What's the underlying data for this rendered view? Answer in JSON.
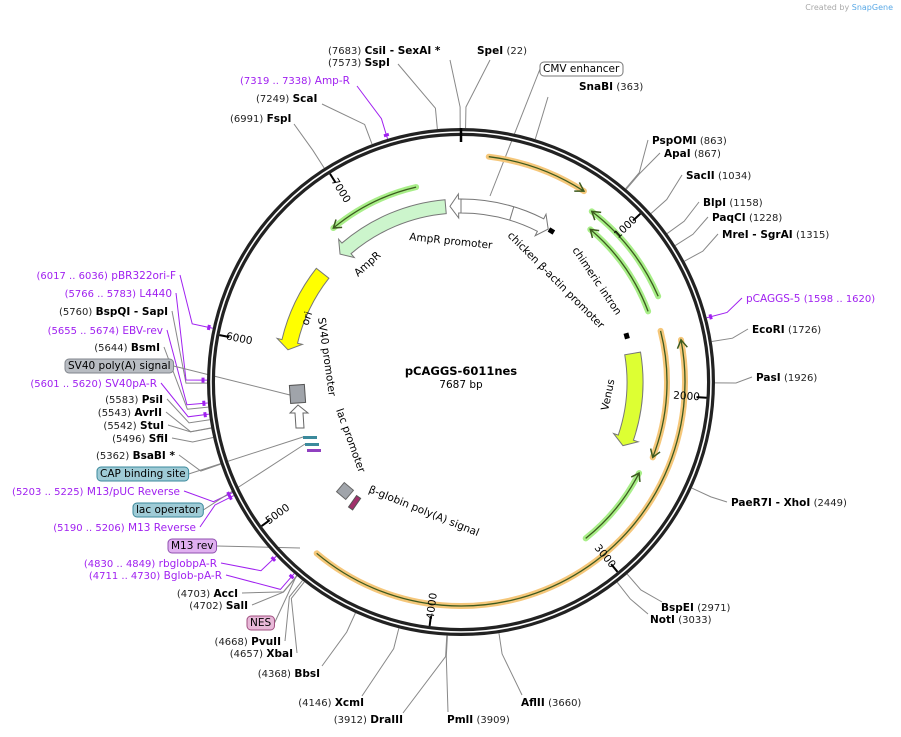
{
  "credit": {
    "prefix": "Created by",
    "brand": "SnapGene"
  },
  "plasmid": {
    "name": "pCAGGS-6011nes",
    "length_label": "7687 bp",
    "length": 7687
  },
  "ticks": [
    "1000",
    "2000",
    "3000",
    "4000",
    "5000",
    "6000",
    "7000"
  ],
  "sites": [
    {
      "pos": "(7683)",
      "name": "CsiI",
      "extra": "  - SexAI *",
      "bp": 7683
    },
    {
      "pos": "(7573)",
      "name": "SspI",
      "bp": 7573
    },
    {
      "pos": "(22)",
      "name": "SpeI",
      "bp": 22
    },
    {
      "pos": "(363)",
      "name": "SnaBI",
      "bp": 363
    },
    {
      "pos": "(7319 .. 7338)",
      "name": "Amp-R",
      "bp": 7328,
      "primer": true
    },
    {
      "pos": "(7249)",
      "name": "ScaI",
      "bp": 7249
    },
    {
      "pos": "(6991)",
      "name": "FspI",
      "bp": 6991
    },
    {
      "pos": "(863)",
      "name": "PspOMI",
      "bp": 863
    },
    {
      "pos": "(867)",
      "name": "ApaI",
      "bp": 867
    },
    {
      "pos": "(1034)",
      "name": "SacII",
      "bp": 1034
    },
    {
      "pos": "(1158)",
      "name": "BlpI",
      "bp": 1158
    },
    {
      "pos": "(1228)",
      "name": "PaqCI",
      "bp": 1228
    },
    {
      "pos": "(1315)",
      "name": "MreI",
      "extra": "  - SgrAI",
      "bp": 1315
    },
    {
      "pos": "(1598 .. 1620)",
      "name": "pCAGGS-5",
      "bp": 1609,
      "primer": true
    },
    {
      "pos": "(1726)",
      "name": "EcoRI",
      "bp": 1726
    },
    {
      "pos": "(1926)",
      "name": "PasI",
      "bp": 1926
    },
    {
      "pos": "(2449)",
      "name": "PaeR7I",
      "extra": "  - XhoI",
      "bp": 2449
    },
    {
      "pos": "(2971)",
      "name": "BspEI",
      "bp": 2971
    },
    {
      "pos": "(3033)",
      "name": "NotI",
      "bp": 3033
    },
    {
      "pos": "(3660)",
      "name": "AflII",
      "bp": 3660
    },
    {
      "pos": "(3909)",
      "name": "PmlI",
      "bp": 3909
    },
    {
      "pos": "(3912)",
      "name": "DraIII",
      "bp": 3912
    },
    {
      "pos": "(4146)",
      "name": "XcmI",
      "bp": 4146
    },
    {
      "pos": "(4368)",
      "name": "BbsI",
      "bp": 4368
    },
    {
      "pos": "(4657)",
      "name": "XbaI",
      "bp": 4657
    },
    {
      "pos": "(4668)",
      "name": "PvuII",
      "bp": 4668
    },
    {
      "pos": "(4702)",
      "name": "SalI",
      "bp": 4702
    },
    {
      "pos": "(4703)",
      "name": "AccI",
      "bp": 4703
    },
    {
      "pos": "(4711 .. 4730)",
      "name": "Bglob-pA-R",
      "bp": 4720,
      "primer": true
    },
    {
      "pos": "(4830 .. 4849)",
      "name": "rbglobpA-R",
      "bp": 4840,
      "primer": true
    },
    {
      "pos": "(5190 .. 5206)",
      "name": "M13 Reverse",
      "bp": 5198,
      "primer": true
    },
    {
      "pos": "(5203 .. 5225)",
      "name": "M13/pUC Reverse",
      "bp": 5214,
      "primer": true
    },
    {
      "pos": "(5362)",
      "name": "BsaBI *",
      "bp": 5362
    },
    {
      "pos": "(5496)",
      "name": "SfiI",
      "bp": 5496
    },
    {
      "pos": "(5542)",
      "name": "StuI",
      "bp": 5542
    },
    {
      "pos": "(5543)",
      "name": "AvrII",
      "bp": 5543
    },
    {
      "pos": "(5583)",
      "name": "PsiI",
      "bp": 5583
    },
    {
      "pos": "(5601 .. 5620)",
      "name": "SV40pA-R",
      "bp": 5610,
      "primer": true
    },
    {
      "pos": "(5644)",
      "name": "BsmI",
      "bp": 5644
    },
    {
      "pos": "(5655 .. 5674)",
      "name": "EBV-rev",
      "bp": 5664,
      "primer": true
    },
    {
      "pos": "(5760)",
      "name": "BspQI",
      "extra": "  - SapI",
      "bp": 5760
    },
    {
      "pos": "(5766 .. 5783)",
      "name": "L4440",
      "bp": 5774,
      "primer": true
    },
    {
      "pos": "(6017 .. 6036)",
      "name": "pBR322ori-F",
      "bp": 6026,
      "primer": true
    }
  ],
  "boxes": [
    {
      "name": "CMV enhancer",
      "fill": "#ffffff",
      "stroke": "#777777"
    },
    {
      "name": "NES",
      "fill": "#e8b8d8",
      "stroke": "#a05080"
    },
    {
      "name": "M13 rev",
      "fill": "#e0b0f0",
      "stroke": "#9050b0"
    },
    {
      "name": "lac operator",
      "fill": "#9fcbd6",
      "stroke": "#3b8a9c"
    },
    {
      "name": "CAP binding site",
      "fill": "#9fcbd6",
      "stroke": "#3b8a9c"
    },
    {
      "name": "SV40 poly(A) signal",
      "fill": "#b8bcc2",
      "stroke": "#80858c"
    }
  ],
  "features": [
    {
      "name": "AmpR promoter"
    },
    {
      "name": "chicken β-actin promoter"
    },
    {
      "name": "chimeric intron"
    },
    {
      "name": "AmpR"
    },
    {
      "name": "ori"
    },
    {
      "name": "SV40 promoter"
    },
    {
      "name": "lac promoter"
    },
    {
      "name": "Venus"
    },
    {
      "name": "β-globin poly(A) signal"
    }
  ],
  "colors": {
    "ampr": "#ccf5cc",
    "ori": "#ffff00",
    "venus": "#ddff33",
    "orf_orange": "#f5c77a",
    "orf_green": "#a8ee88",
    "primer": "#a020f0"
  }
}
